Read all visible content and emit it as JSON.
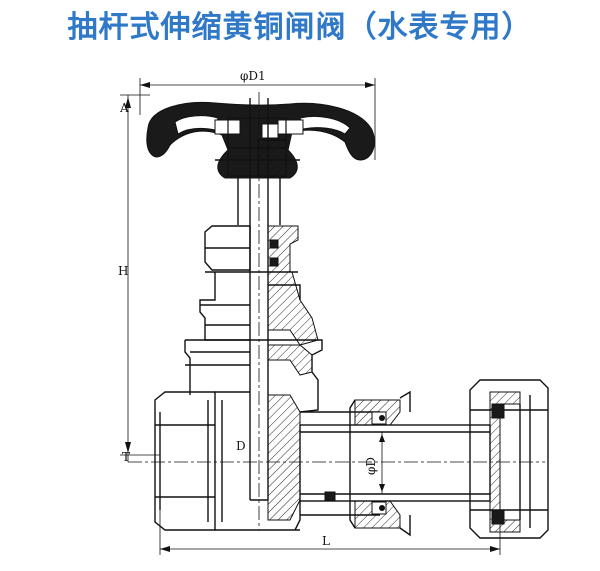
{
  "title": "抽杆式伸缩黄铜闸阀（水表专用）",
  "dimensions": {
    "handwheel_diameter": "φD1",
    "bore_diameter": "φD",
    "bore_label": "D",
    "length": "L"
  },
  "colors": {
    "title": "#2f79c8",
    "line": "#111111",
    "fill_dark": "#1a1a1a"
  }
}
